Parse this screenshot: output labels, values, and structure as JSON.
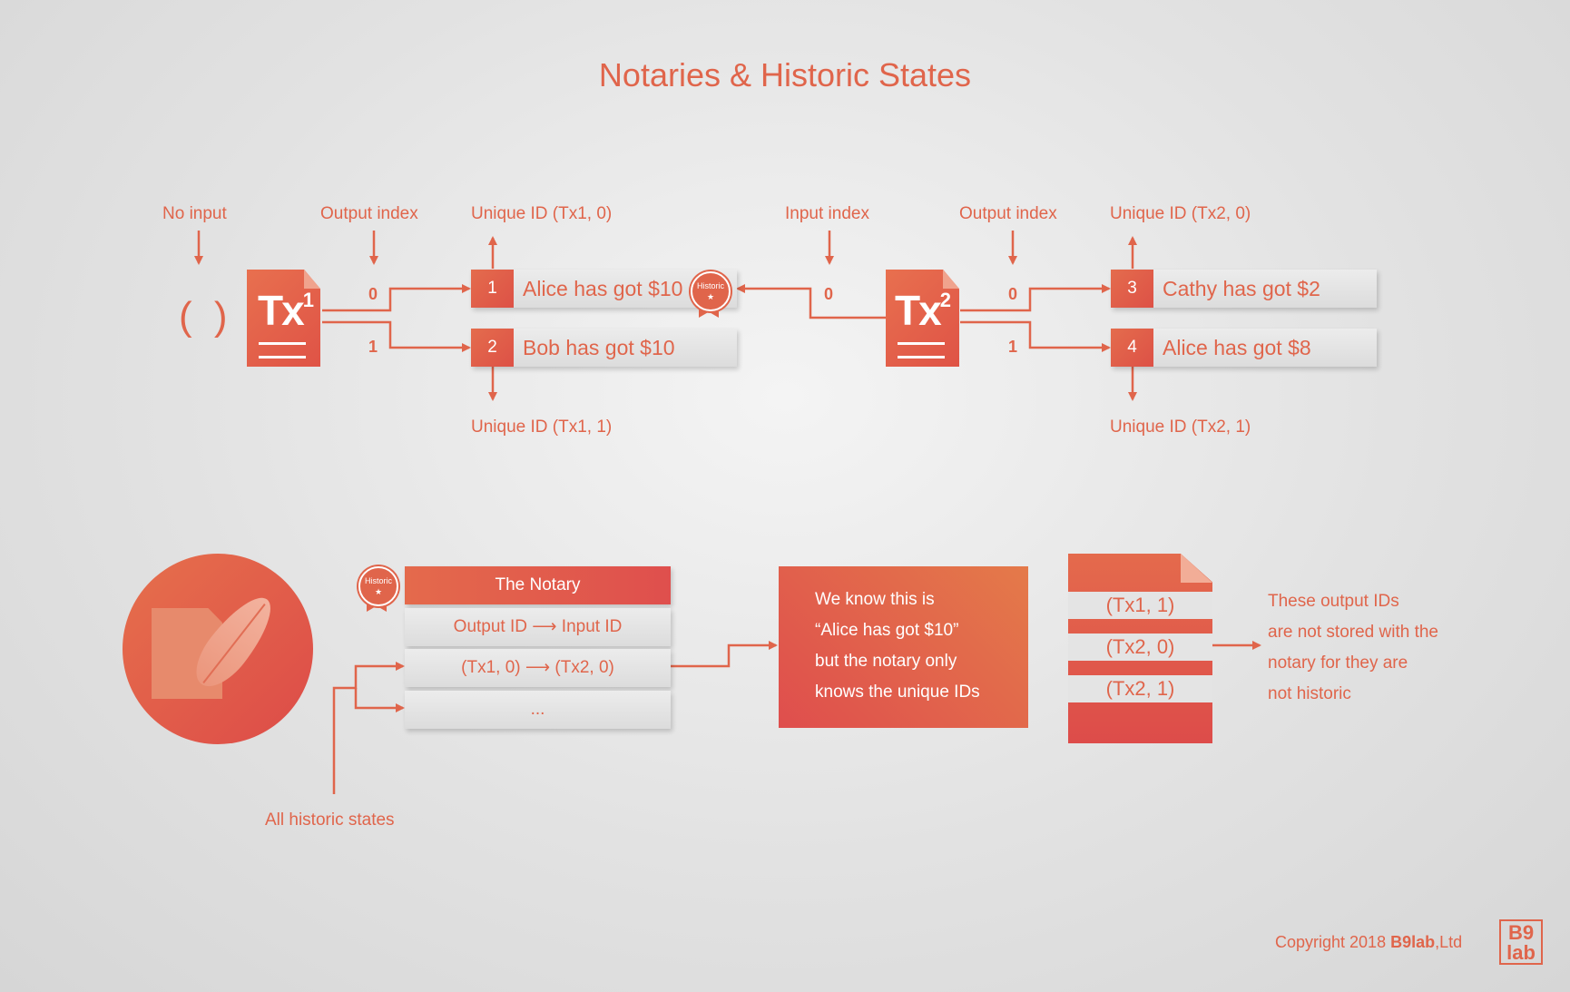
{
  "title": "Notaries & Historic States",
  "top": {
    "labels": {
      "no_input": "No input",
      "output_index_1": "Output index",
      "unique_id_tx1_0": "Unique ID (Tx1, 0)",
      "input_index": "Input index",
      "output_index_2": "Output index",
      "unique_id_tx2_0": "Unique ID (Tx2, 0)",
      "unique_id_tx1_1": "Unique ID (Tx1, 1)",
      "unique_id_tx2_1": "Unique ID (Tx2, 1)"
    },
    "empty_input": "( )",
    "tx1": {
      "name": "Tx",
      "sup": "1",
      "idx0": "0",
      "idx1": "1"
    },
    "tx2": {
      "name": "Tx",
      "sup": "2",
      "idx0": "0",
      "idx1": "1",
      "input_idx": "0"
    },
    "outputs": [
      {
        "num": "1",
        "text": "Alice has got $10"
      },
      {
        "num": "2",
        "text": "Bob has got $10"
      },
      {
        "num": "3",
        "text": "Cathy has got $2"
      },
      {
        "num": "4",
        "text": "Alice has got $8"
      }
    ],
    "badge_text": "Historic"
  },
  "bottom": {
    "badge_text": "Historic",
    "notary_table": {
      "header": "The Notary",
      "columns_row": "Output ID ⟶ Input ID",
      "row1": "(Tx1, 0) ⟶ (Tx2, 0)",
      "row2": "..."
    },
    "all_historic": "All historic states",
    "know_box": [
      "We know this is",
      "“Alice has got $10”",
      "but the notary only",
      "knows the unique IDs"
    ],
    "id_rows": [
      "(Tx1, 1)",
      "(Tx2, 0)",
      "(Tx2, 1)"
    ],
    "note": [
      "These output IDs",
      "are not stored with the",
      "notary for they are",
      "not historic"
    ]
  },
  "footer": {
    "copyright_prefix": "Copyright 2018 ",
    "brand": "B9lab",
    "suffix": ",Ltd",
    "logo_top": "B9",
    "logo_bottom": "lab"
  },
  "colors": {
    "accent": "#e0654b",
    "accent_dark": "#dd4b48",
    "background": "#e4e4e4"
  }
}
